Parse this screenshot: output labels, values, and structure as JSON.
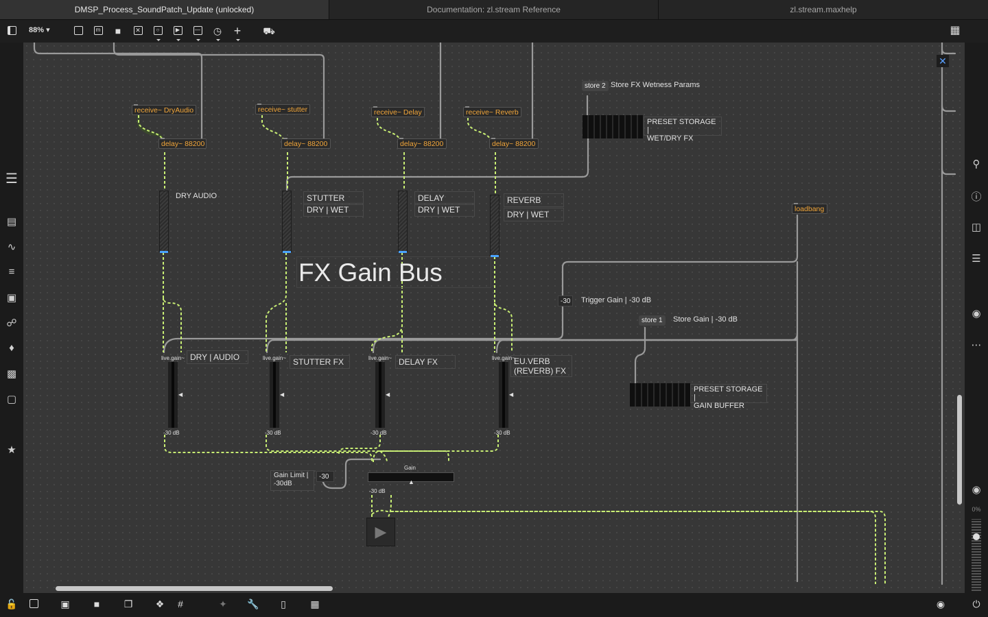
{
  "tabs": [
    {
      "label": "DMSP_Process_SoundPatch_Update (unlocked)",
      "active": true
    },
    {
      "label": "Documentation: zl.stream Reference",
      "active": false
    },
    {
      "label": "zl.stream.maxhelp",
      "active": false
    }
  ],
  "toolbar": {
    "zoom": "88%"
  },
  "patch": {
    "title": "FX Gain Bus",
    "receives": [
      {
        "label": "receive~ DryAudio"
      },
      {
        "label": "receive~ stutter"
      },
      {
        "label": "receive~ Delay"
      },
      {
        "label": "receive~ Reverb"
      }
    ],
    "delays": [
      {
        "label": "delay~ 88200"
      },
      {
        "label": "delay~ 88200"
      },
      {
        "label": "delay~ 88200"
      },
      {
        "label": "delay~ 88200"
      }
    ],
    "channels": [
      {
        "title": "DRY AUDIO",
        "sub": ""
      },
      {
        "title": "STUTTER",
        "sub": "DRY | WET"
      },
      {
        "title": "DELAY",
        "sub": "DRY | WET"
      },
      {
        "title": "REVERB",
        "sub": "DRY | WET"
      }
    ],
    "fx_labels": [
      {
        "text": "DRY | AUDIO"
      },
      {
        "text": "STUTTER FX"
      },
      {
        "text": "DELAY FX"
      },
      {
        "text": "EU.VERB\n(REVERB) FX"
      }
    ],
    "live_gain_label": "live.gain~",
    "db_label": "-30 dB",
    "store2": {
      "msg": "store 2",
      "comment": "Store FX Wetness Params"
    },
    "preset_fx": "PRESET STORAGE |\nWET/DRY FX",
    "loadbang": "loadbang",
    "trigger": {
      "value": "-30",
      "comment": "Trigger Gain | -30 dB"
    },
    "store1": {
      "msg": "store 1",
      "comment": "Store Gain | -30 dB"
    },
    "preset_gain": "PRESET STORAGE |\nGAIN BUFFER",
    "gain_limit": {
      "comment": "Gain Limit |\n-30dB",
      "value": "-30"
    },
    "master": {
      "label": "Gain",
      "db": "-30 dB"
    }
  },
  "rightbar": {
    "percent": "0%"
  },
  "icons": [
    "sidebar-toggle-icon",
    "new-object-icon",
    "message-icon",
    "comment-icon",
    "toggle-icon",
    "button-icon",
    "number-icon",
    "slider-icon",
    "dial-icon",
    "add-icon",
    "paint-bucket-icon",
    "grid-icon",
    "search-icon",
    "info-icon",
    "reference-icon",
    "list-icon",
    "camera-icon",
    "mixer-icon",
    "record-icon",
    "lock-icon",
    "presentation-icon",
    "hand-icon",
    "wrench-icon",
    "keyboard-icon",
    "power-icon",
    "star-icon"
  ]
}
